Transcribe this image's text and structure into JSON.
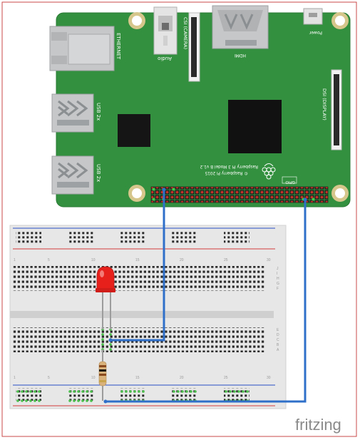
{
  "board": {
    "ethernet_label": "ETHERNET",
    "usb_label_1": "USB 2x",
    "usb_label_2": "USB 2x",
    "audio_label": "Audio",
    "csi_label": "CSI (CAMERA)",
    "hdmi_label": "HDMI",
    "power_label": "Power",
    "dsi_label": "DSI (DISPLAY)",
    "gpio_label": "GPIO",
    "model_line1": "Raspberry Pi 3 Model B v1.2",
    "model_line2": "© Raspberry Pi 2015"
  },
  "breadboard": {
    "column_numbers": [
      "1",
      "5",
      "10",
      "15",
      "20",
      "25",
      "30"
    ],
    "row_letters_top": [
      "J",
      "I",
      "H",
      "G",
      "F"
    ],
    "row_letters_bottom": [
      "E",
      "D",
      "C",
      "B",
      "A"
    ]
  },
  "components": {
    "led_color": "#e8201c",
    "wire_color": "#2f6fc9"
  },
  "branding": {
    "watermark": "fritzing"
  }
}
